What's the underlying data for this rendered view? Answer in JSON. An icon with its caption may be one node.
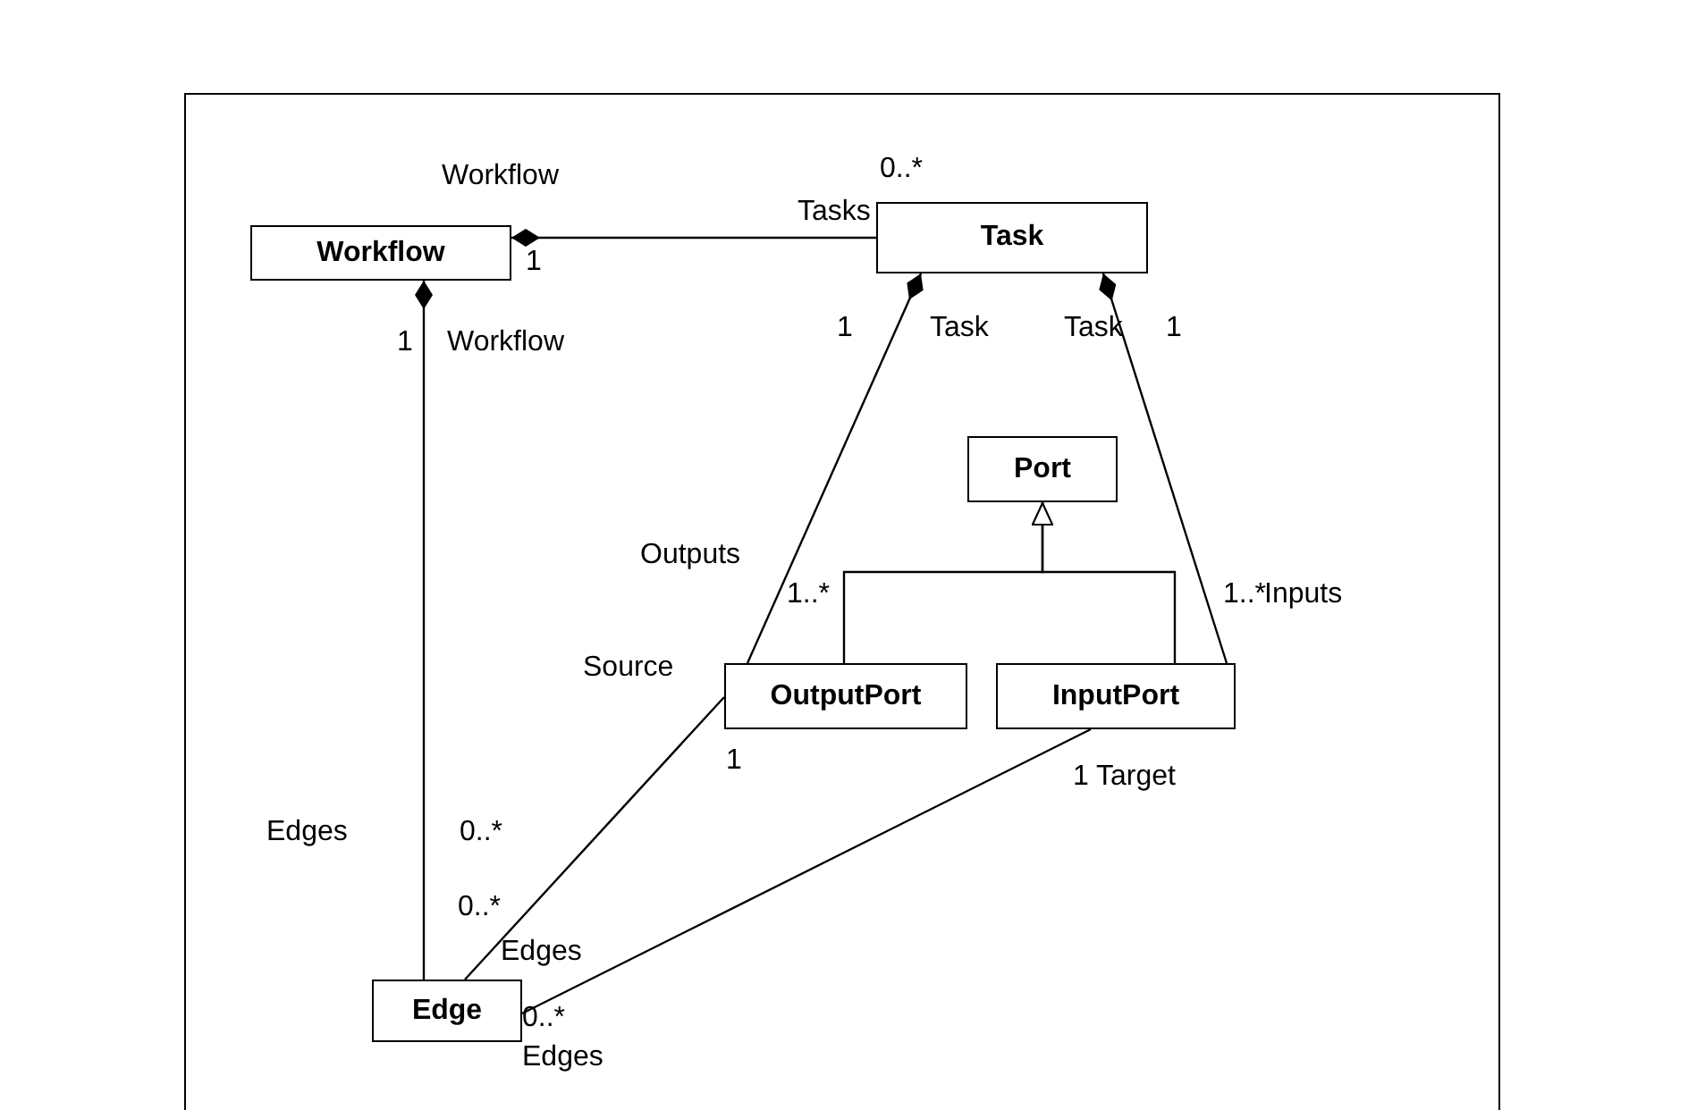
{
  "diagram": {
    "nodes": [
      {
        "text": [
          "Workflow"
        ]
      },
      {
        "text": [
          "Task"
        ]
      },
      {
        "text": [
          "Port"
        ]
      },
      {
        "text": [
          "OutputPort"
        ]
      },
      {
        "text": [
          "InputPort"
        ]
      },
      {
        "text": [
          "Edge"
        ]
      }
    ],
    "edges": [
      {
        "from": 1,
        "to": 0,
        "arrow": "other"
      },
      {
        "from": 5,
        "to": 0,
        "arrow": "other"
      },
      {
        "from": 3,
        "to": 1,
        "arrow": "other"
      },
      {
        "from": 4,
        "to": 1,
        "arrow": "other"
      },
      {
        "from": 3,
        "to": 2,
        "arrow": "to"
      },
      {
        "from": 4,
        "to": 2,
        "arrow": "to"
      },
      {
        "from": 3,
        "to": 5,
        "arrow": "none"
      },
      {
        "from": 4,
        "to": 5,
        "arrow": "none"
      }
    ],
    "labels": [
      "Workflow",
      "0..*",
      "Tasks",
      "1",
      "1",
      "Workflow",
      "1",
      "Task",
      "Task",
      "1",
      "Outputs",
      "1..*",
      "1..*",
      "Inputs",
      "Source",
      "1",
      "1",
      "Target",
      "Edges",
      "0..*",
      "0..*",
      "Edges",
      "0..*",
      "Edges"
    ]
  }
}
